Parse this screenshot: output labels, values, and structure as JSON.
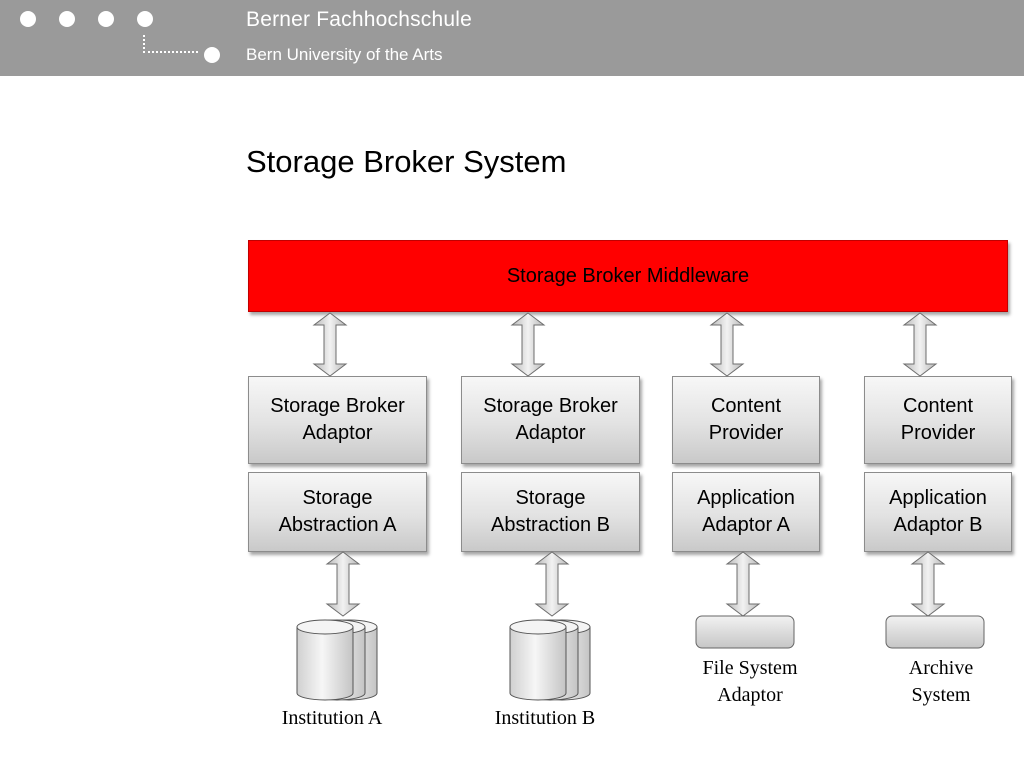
{
  "header": {
    "school_name": "Berner Fachhochschule",
    "school_subtitle": "Bern University of the Arts"
  },
  "slide": {
    "title": "Storage Broker System"
  },
  "diagram": {
    "middleware": "Storage Broker Middleware",
    "columns": [
      {
        "top_lines": [
          "Storage Broker",
          "Adaptor"
        ],
        "mid_lines": [
          "Storage",
          "Abstraction A"
        ],
        "resource_icon": "database-stack-icon",
        "caption_lines": [
          "Institution A"
        ]
      },
      {
        "top_lines": [
          "Storage Broker",
          "Adaptor"
        ],
        "mid_lines": [
          "Storage",
          "Abstraction B"
        ],
        "resource_icon": "database-stack-icon",
        "caption_lines": [
          "Institution B"
        ]
      },
      {
        "top_lines": [
          "Content",
          "Provider"
        ],
        "mid_lines": [
          "Application",
          "Adaptor A"
        ],
        "resource_icon": "rounded-rectangle-icon",
        "caption_lines": [
          "File System",
          "Adaptor"
        ]
      },
      {
        "top_lines": [
          "Content",
          "Provider"
        ],
        "mid_lines": [
          "Application",
          "Adaptor B"
        ],
        "resource_icon": "rounded-rectangle-icon",
        "caption_lines": [
          "Archive",
          "System"
        ]
      }
    ]
  },
  "colors": {
    "header_bg": "#9a9a9a",
    "middleware_fill": "#ff0000",
    "box_gradient_top": "#f7f7f7",
    "box_gradient_bottom": "#c9c9c9",
    "arrow_fill": "#d4d4d4"
  }
}
